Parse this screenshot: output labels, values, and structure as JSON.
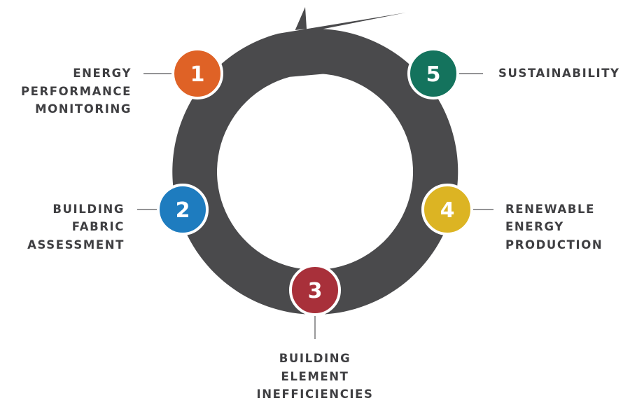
{
  "colors": {
    "ring": "#4a4a4c",
    "connector": "#555558",
    "label": "#3f3f42"
  },
  "steps": [
    {
      "number": "1",
      "label_lines": [
        "ENERGY",
        "PERFORMANCE",
        "MONITORING"
      ],
      "color": "#df6226",
      "icon": "number-badge"
    },
    {
      "number": "2",
      "label_lines": [
        "BUILDING",
        "FABRIC",
        "ASSESSMENT"
      ],
      "color": "#1e7cbf",
      "icon": "number-badge"
    },
    {
      "number": "3",
      "label_lines": [
        "BUILDING",
        "ELEMENT",
        "INEFFICIENCIES"
      ],
      "color": "#a8303a",
      "icon": "number-badge"
    },
    {
      "number": "4",
      "label_lines": [
        "RENEWABLE",
        "ENERGY",
        "PRODUCTION"
      ],
      "color": "#dcb423",
      "icon": "number-badge"
    },
    {
      "number": "5",
      "label_lines": [
        "SUSTAINABILITY"
      ],
      "color": "#14735d",
      "icon": "number-badge"
    }
  ],
  "cycle_arrow": {
    "icon": "cycle-arrow-icon",
    "direction": "clockwise"
  }
}
